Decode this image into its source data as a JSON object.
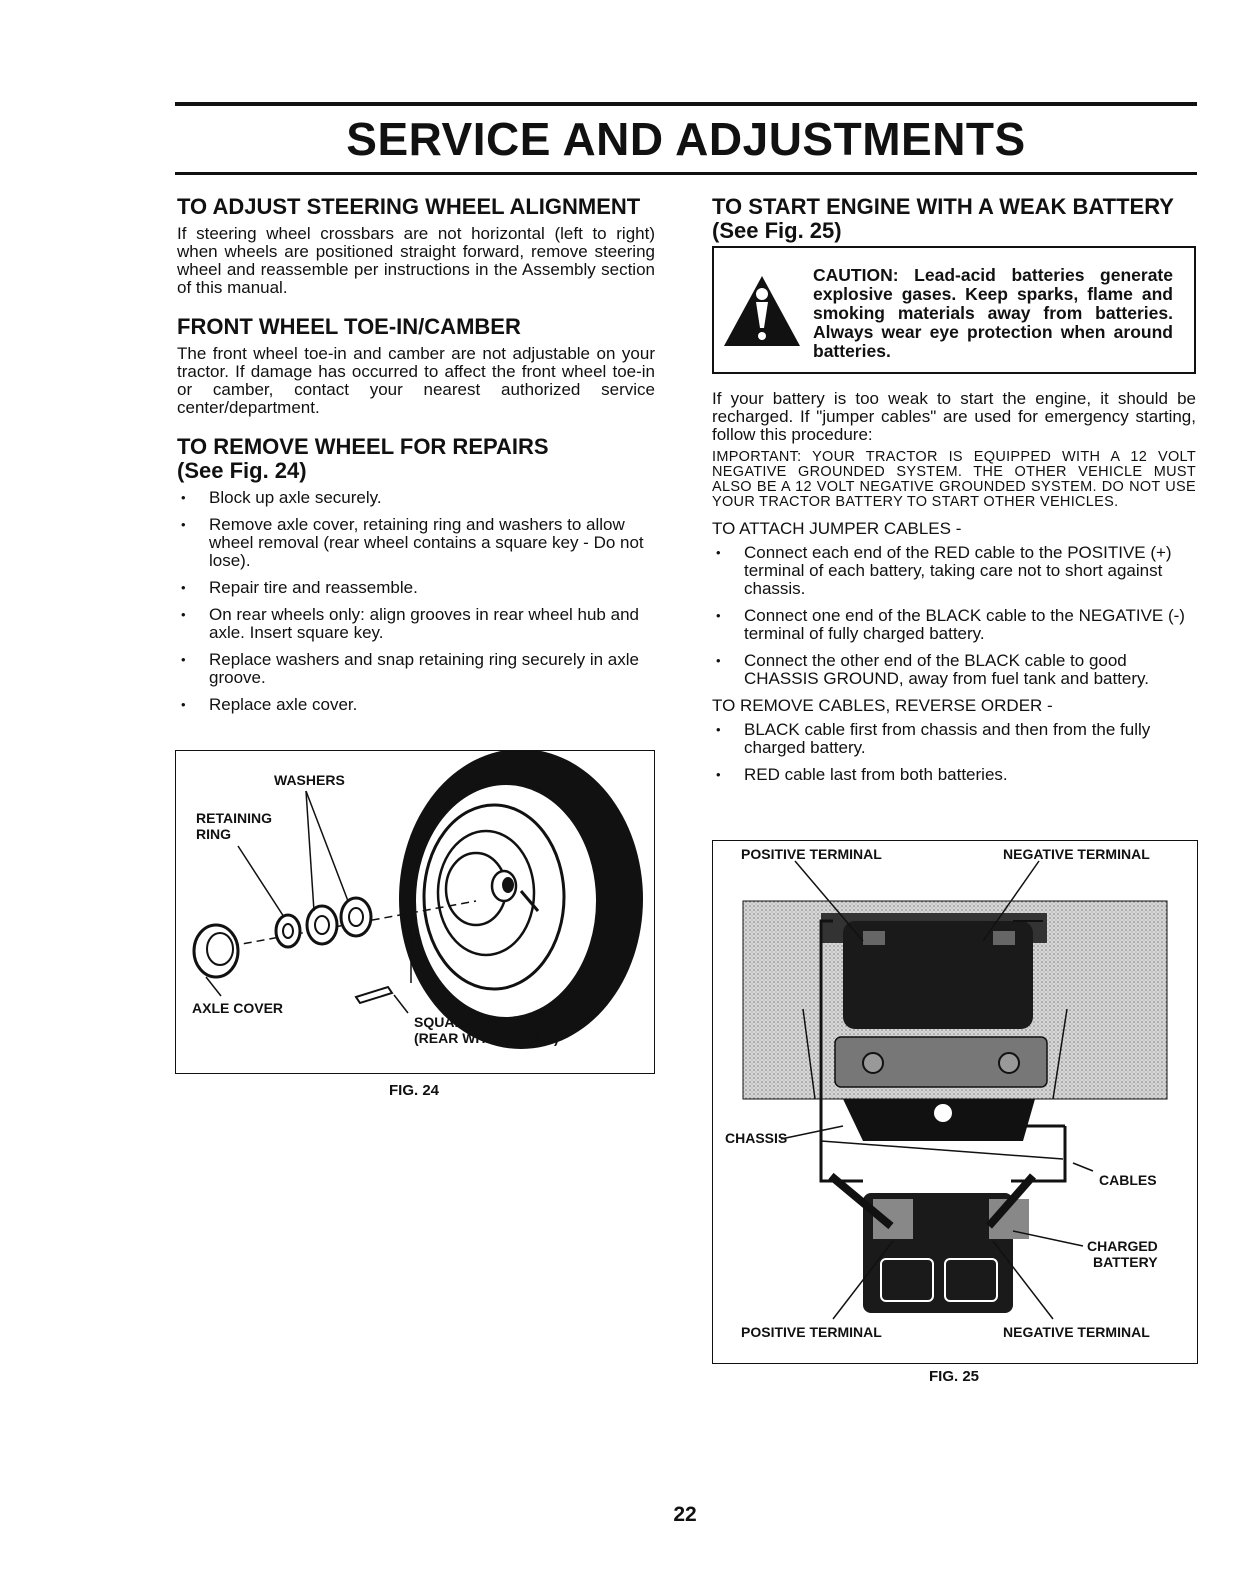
{
  "page_title": "SERVICE AND ADJUSTMENTS",
  "left": {
    "steering": {
      "heading": "TO ADJUST STEERING WHEEL ALIGNMENT",
      "text": "If steering wheel crossbars are not horizontal (left to right) when wheels are positioned straight forward, remove steering wheel and reassemble per instructions in the Assembly section of this manual."
    },
    "toe": {
      "heading": "FRONT WHEEL TOE-IN/CAMBER",
      "text": "The front wheel toe-in and camber are not adjustable on your tractor. If damage has occurred to affect the front wheel toe-in or camber, contact your nearest authorized service center/department."
    },
    "remove": {
      "heading": "TO REMOVE WHEEL FOR REPAIRS",
      "subheading": "(See Fig. 24)",
      "items": [
        "Block up axle securely.",
        "Remove axle cover, retaining ring and washers to allow wheel removal (rear wheel contains a square key - Do not lose).",
        "Repair tire and reassemble.",
        "On rear wheels only: align grooves in rear wheel hub and axle. Insert square key.",
        "Replace washers and snap retaining ring securely in axle groove.",
        "Replace axle cover."
      ]
    },
    "fig24": {
      "washers": "WASHERS",
      "retaining_1": "RETAINING",
      "retaining_2": "RING",
      "axle_cover": "AXLE COVER",
      "square_key": "SQUARE KEY",
      "rear_only": "(REAR WHEEL ONLY)",
      "caption": "FIG. 24"
    }
  },
  "right": {
    "heading": "TO START ENGINE WITH A WEAK BATTERY",
    "subheading": "(See Fig. 25)",
    "caution": "CAUTION: Lead-acid batteries generate explosive gases. Keep sparks, flame and smoking materials away from batteries. Always wear eye protection when around batteries.",
    "intro": "If your battery is too weak to start the engine, it should be recharged. If \"jumper cables\" are used for emergency starting, follow this procedure:",
    "important": "IMPORTANT: YOUR TRACTOR IS EQUIPPED WITH A 12 VOLT NEGATIVE GROUNDED SYSTEM. THE OTHER VEHICLE MUST ALSO BE A 12 VOLT NEGATIVE GROUNDED SYSTEM. DO NOT USE YOUR TRACTOR BATTERY TO START OTHER VEHICLES.",
    "attach_heading": "TO ATTACH JUMPER CABLES -",
    "attach_items": [
      "Connect each end of the RED cable to the POSITIVE (+) terminal of each battery, taking care not to short against chassis.",
      "Connect one end of the BLACK cable to the NEGATIVE (-) terminal of fully charged battery.",
      "Connect the other end of the BLACK cable to good CHASSIS GROUND, away from fuel tank and battery."
    ],
    "remove_heading": "TO REMOVE CABLES, REVERSE ORDER -",
    "remove_items": [
      "BLACK cable first from chassis and then from the fully charged battery.",
      "RED cable last from both batteries."
    ],
    "fig25": {
      "pos_top": "POSITIVE TERMINAL",
      "neg_top": "NEGATIVE TERMINAL",
      "chassis": "CHASSIS",
      "cables": "CABLES",
      "charged_1": "CHARGED",
      "charged_2": "BATTERY",
      "pos_bottom": "POSITIVE TERMINAL",
      "neg_bottom": "NEGATIVE TERMINAL",
      "caption": "FIG. 25"
    }
  },
  "page_number": "22"
}
